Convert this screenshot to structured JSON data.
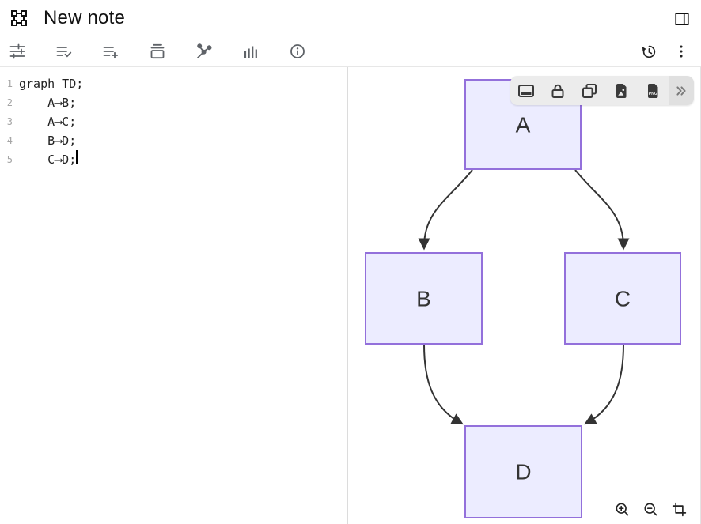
{
  "header": {
    "title": "New note",
    "logo_icon": "transform-icon",
    "panel_toggle_icon": "panel-right-icon"
  },
  "toolbar": {
    "left_icons": [
      "tune-icon",
      "list-check-icon",
      "list-add-icon",
      "archive-icon",
      "graph-icon",
      "bar-chart-icon",
      "info-icon"
    ],
    "right_icons": [
      "history-icon",
      "kebab-menu-icon"
    ]
  },
  "editor": {
    "language": "mermaid",
    "lines": [
      {
        "number": "1",
        "code": "graph TD;"
      },
      {
        "number": "2",
        "code": "    A⟶B;"
      },
      {
        "number": "3",
        "code": "    A⟶C;"
      },
      {
        "number": "4",
        "code": "    B⟶D;"
      },
      {
        "number": "5",
        "code": "    C⟶D;"
      }
    ]
  },
  "preview": {
    "floating_toolbar": {
      "icons": [
        "panel-bottom-icon",
        "lock-icon",
        "copy-icon",
        "image-export-icon",
        "png-export-icon",
        "chevrons-right-icon"
      ],
      "png_label": "PNG"
    },
    "zoom_controls": [
      "zoom-in-icon",
      "zoom-out-icon",
      "crop-icon"
    ],
    "diagram": {
      "type": "flowchart-TD",
      "nodes": [
        {
          "id": "A",
          "label": "A"
        },
        {
          "id": "B",
          "label": "B"
        },
        {
          "id": "C",
          "label": "C"
        },
        {
          "id": "D",
          "label": "D"
        }
      ],
      "edges": [
        "A→B",
        "A→C",
        "B→D",
        "C→D"
      ],
      "colors": {
        "node_fill": "#ECECFF",
        "node_border": "#9370DB",
        "edge": "#333333",
        "label": "#333333"
      }
    }
  }
}
